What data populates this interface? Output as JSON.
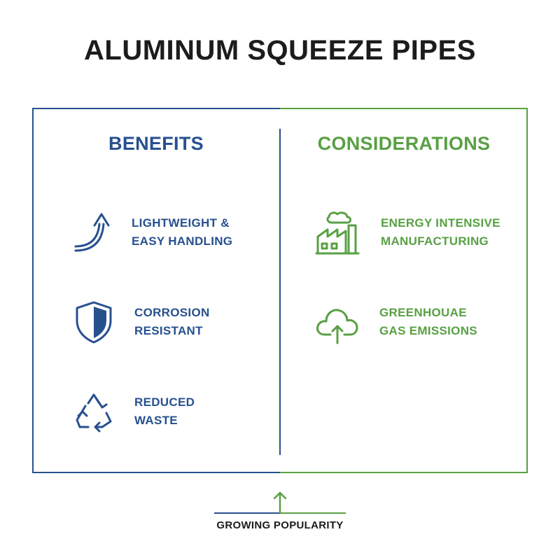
{
  "title": "ALUMINUM SQUEEZE PIPES",
  "colors": {
    "benefits": "#27508f",
    "considerations": "#58a043",
    "text": "#1c1c1c"
  },
  "benefits": {
    "heading": "BENEFITS",
    "items": [
      {
        "icon": "curved-arrow-up-icon",
        "label": "LIGHTWEIGHT &\nEASY HANDLING"
      },
      {
        "icon": "shield-icon",
        "label": "CORROSION\nRESISTANT"
      },
      {
        "icon": "recycle-icon",
        "label": "REDUCED\nWASTE"
      }
    ]
  },
  "considerations": {
    "heading": "CONSIDERATIONS",
    "items": [
      {
        "icon": "factory-icon",
        "label": "ENERGY INTENSIVE\nMANUFACTURING"
      },
      {
        "icon": "cloud-upload-icon",
        "label": "GREENHOUAE\nGAS EMISSIONS"
      }
    ]
  },
  "footer": {
    "icon": "arrow-up-icon",
    "label": "GROWING POPULARITY"
  }
}
